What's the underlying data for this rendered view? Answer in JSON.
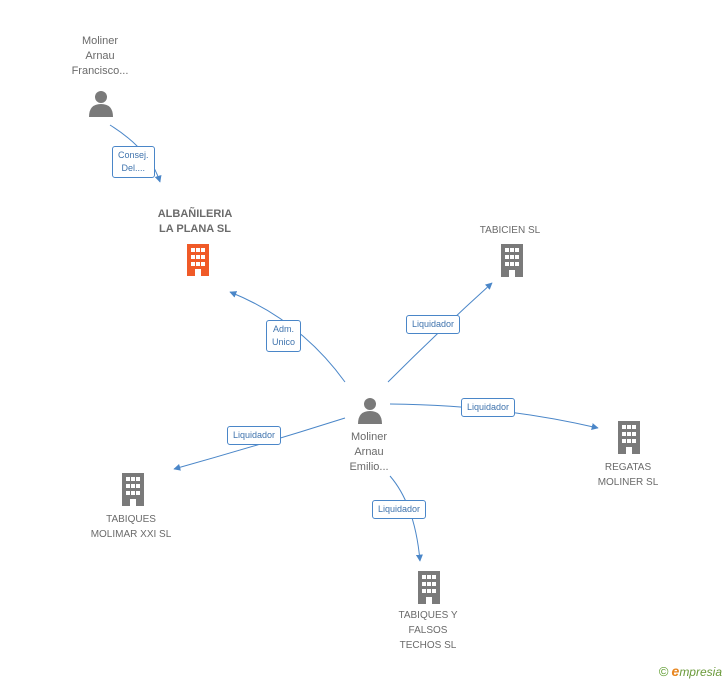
{
  "nodes": {
    "person_francisco": {
      "lines": [
        "Moliner",
        "Arnau",
        "Francisco..."
      ]
    },
    "albanileria": {
      "lines": [
        "ALBAÑILERIA",
        "LA PLANA  SL"
      ]
    },
    "tabicien": {
      "lines": [
        "TABICIEN SL"
      ]
    },
    "person_emilio": {
      "lines": [
        "Moliner",
        "Arnau",
        "Emilio..."
      ]
    },
    "regatas": {
      "lines": [
        "REGATAS",
        "MOLINER SL"
      ]
    },
    "tabiques_molimar": {
      "lines": [
        "TABIQUES",
        "MOLIMAR XXI SL"
      ]
    },
    "tabiques_falsos": {
      "lines": [
        "TABIQUES Y",
        "FALSOS",
        "TECHOS SL"
      ]
    }
  },
  "edges": {
    "consej": {
      "lines": [
        "Consej.",
        "Del...."
      ]
    },
    "adm": {
      "lines": [
        "Adm.",
        "Unico"
      ]
    },
    "liq_tabicien": {
      "lines": [
        "Liquidador"
      ]
    },
    "liq_regatas": {
      "lines": [
        "Liquidador"
      ]
    },
    "liq_molimar": {
      "lines": [
        "Liquidador"
      ]
    },
    "liq_falsos": {
      "lines": [
        "Liquidador"
      ]
    }
  },
  "colors": {
    "edge": "#4a86c8",
    "building": "#7a7a7a",
    "building_highlight": "#f05a28",
    "person": "#7a7a7a"
  },
  "icons": {
    "person": "person-icon",
    "building": "building-icon"
  },
  "footer": {
    "copyright": "©",
    "brand_initial": "e",
    "brand_rest": "mpresia"
  }
}
